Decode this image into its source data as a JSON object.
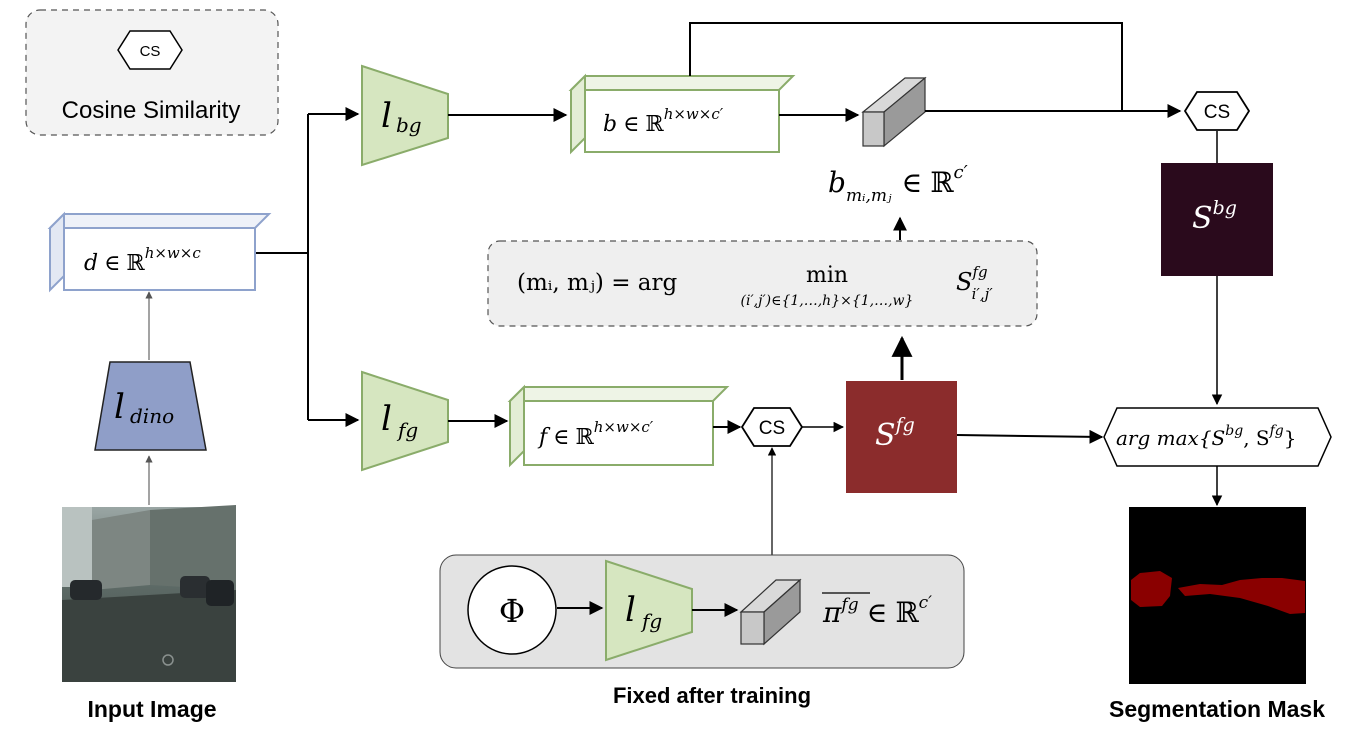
{
  "legend": {
    "cs_symbol": "CS",
    "caption": "Cosine Similarity"
  },
  "nodes": {
    "d_tensor": {
      "var": "d",
      "rel": "∈",
      "set": "ℝ",
      "sup": "h×w×c"
    },
    "l_dino": {
      "base": "l",
      "sub": "dino"
    },
    "l_bg": {
      "base": "l",
      "sub": "bg"
    },
    "l_fg": {
      "base": "l",
      "sub": "fg"
    },
    "l_fg_fixed": {
      "base": "l",
      "sub": "fg"
    },
    "b_tensor": {
      "var": "b",
      "rel": "∈",
      "set": "ℝ",
      "sup": "h×w×c′"
    },
    "f_tensor": {
      "var": "f",
      "rel": "∈",
      "set": "ℝ",
      "sup": "h×w×c′"
    },
    "b_vector": {
      "var": "b",
      "sub": "mᵢ,mⱼ",
      "rel": "∈",
      "set": "ℝ",
      "sup": "c′"
    },
    "argmin": {
      "lhs": "(mᵢ, mⱼ) = arg",
      "op": "min",
      "under": "(i′,j′)∈{1,…,h}×{1,…,w}",
      "term": "S",
      "term_sup": "fg",
      "term_sub": "i′,j′"
    },
    "s_bg": {
      "base": "S",
      "sup": "bg",
      "color": "#2a0a1c"
    },
    "s_fg": {
      "base": "S",
      "sup": "fg",
      "color": "#8b2c2c"
    },
    "argmax": {
      "label": "arg max{S",
      "a_sup": "bg",
      "mid": ", S",
      "b_sup": "fg",
      "close": "}"
    },
    "phi": {
      "symbol": "Φ"
    },
    "pi_fg": {
      "base": "π",
      "sup": "fg",
      "rel": "∈",
      "set": "ℝ",
      "set_sup": "c′"
    },
    "cs_nodes": [
      "CS",
      "CS"
    ]
  },
  "captions": {
    "input": "Input Image",
    "fixed": "Fixed after training",
    "mask": "Segmentation Mask"
  },
  "colors": {
    "dino_fill": "#8f9ec8",
    "head_fill": "#d6e6c0",
    "head_stroke": "#8aac6a",
    "d_stroke": "#8ea2cc",
    "s_bg": "#2a0a1c",
    "s_fg": "#8b2c2c",
    "mask_blob": "#8a0000"
  }
}
